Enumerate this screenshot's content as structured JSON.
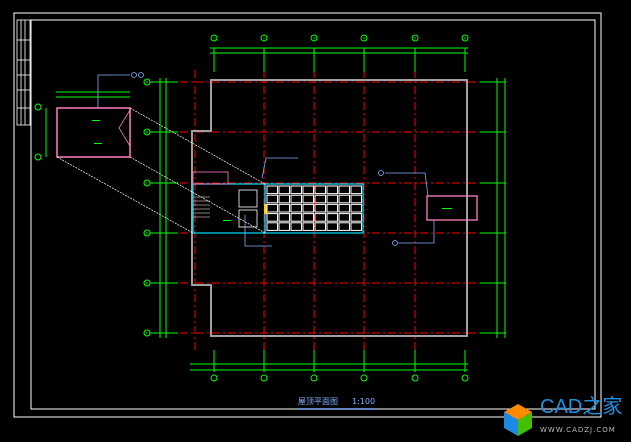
{
  "drawing": {
    "title": "屋顶平面图",
    "scale": "1:100",
    "columns": [
      "1",
      "2",
      "3",
      "4",
      "5",
      "6"
    ],
    "rows": [
      "A",
      "B",
      "C",
      "D",
      "E",
      "F"
    ]
  },
  "colors": {
    "grid_axis": "#ff0000",
    "dimension": "#00ff00",
    "wall": "#a0a0a0",
    "annotation": "#80b0ff",
    "highlight": "#ff80c0",
    "stair": "#00e0ff"
  },
  "watermark": {
    "brand": "CAD之家",
    "url": "WWW.CADZJ.COM"
  }
}
